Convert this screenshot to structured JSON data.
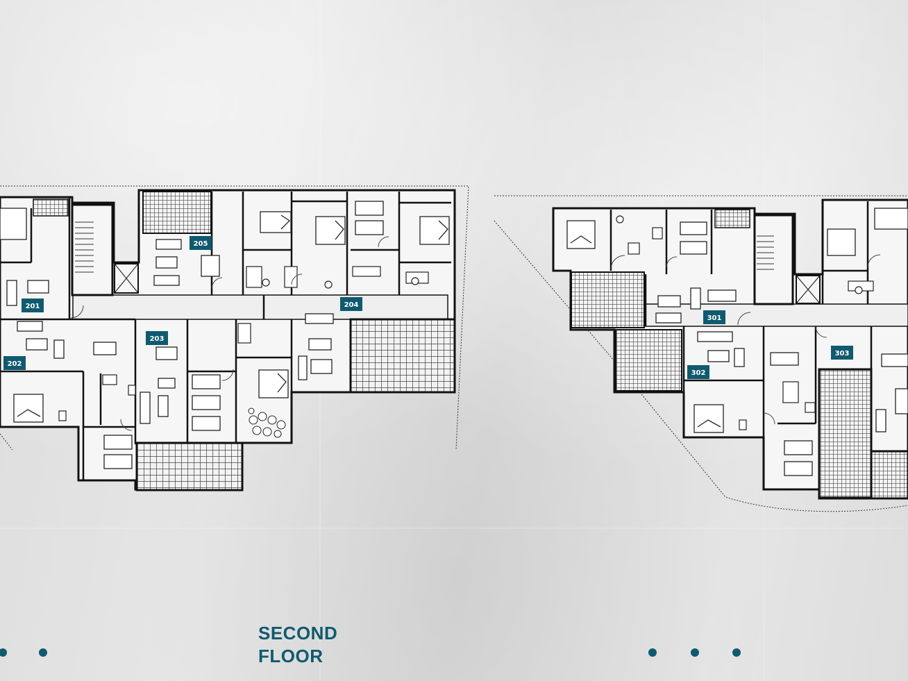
{
  "colors": {
    "accent": "#0f5a6e",
    "paper": "#e4e4e4",
    "ink": "#111111"
  },
  "title": {
    "line1": "SECOND",
    "line2": "FLOOR"
  },
  "units_left": [
    {
      "id": "u201",
      "label": "201"
    },
    {
      "id": "u202",
      "label": "202"
    },
    {
      "id": "u203",
      "label": "203"
    },
    {
      "id": "u204",
      "label": "204"
    },
    {
      "id": "u205",
      "label": "205"
    }
  ],
  "units_right": [
    {
      "id": "u301",
      "label": "301"
    },
    {
      "id": "u302",
      "label": "302"
    },
    {
      "id": "u303",
      "label": "303"
    }
  ],
  "page_dots": {
    "left_count": 2,
    "right_count": 3
  }
}
